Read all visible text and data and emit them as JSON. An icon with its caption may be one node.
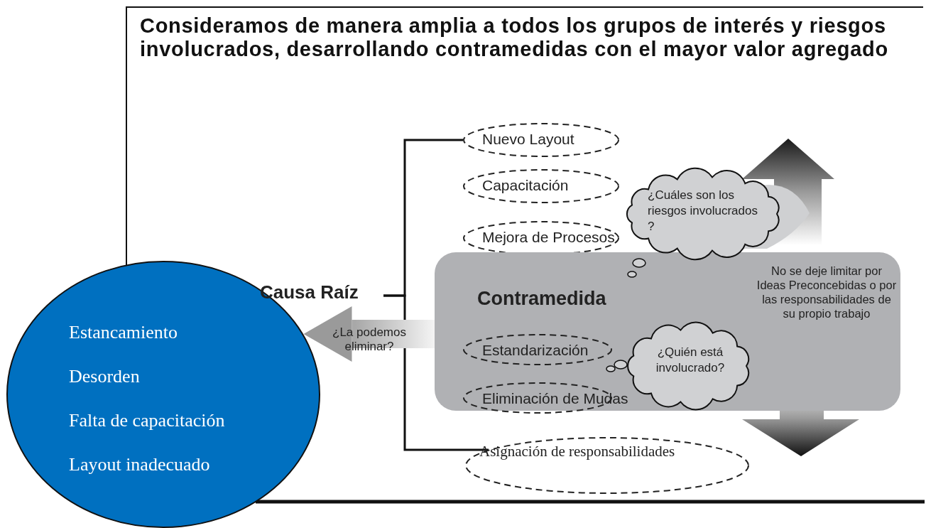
{
  "diagram": {
    "title": "Consideramos de manera amplia a todos los grupos de interés y riesgos involucrados, desarrollando contramedidas con el mayor valor agregado",
    "nodes": [
      {
        "text": [
          "Causa Raíz"
        ]
      },
      {
        "text": [
          "Nuevo Layout"
        ]
      },
      {
        "text": [
          "Capacitación"
        ]
      },
      {
        "text": [
          "Mejora de Procesos"
        ]
      },
      {
        "text": [
          "Contramedida",
          "No se deje limitar por Ideas Preconcebidas o por las responsabilidades de su propio trabajo"
        ]
      },
      {
        "text": [
          "Estandarización"
        ],
        "in": 4
      },
      {
        "text": [
          "Eliminación de Mudas"
        ],
        "in": 4
      },
      {
        "text": [
          "Asignación de responsabilidades"
        ]
      },
      {
        "text": [
          "¿Cuáles son los riesgos involucrados ?"
        ]
      },
      {
        "text": [
          "¿Quién está involucrado?"
        ],
        "in": 4
      },
      {
        "text": [
          "Estancamiento",
          "Desorden",
          "Falta de capacitación",
          "Layout inadecuado"
        ]
      }
    ],
    "edges": [
      {
        "from": 0,
        "to": 1,
        "arrow": "none"
      },
      {
        "from": 0,
        "to": 7,
        "arrow": "none"
      },
      {
        "from": null,
        "to": 10,
        "arrow": "to",
        "label": "¿La podemos eliminar?",
        "style": "thick"
      }
    ]
  }
}
